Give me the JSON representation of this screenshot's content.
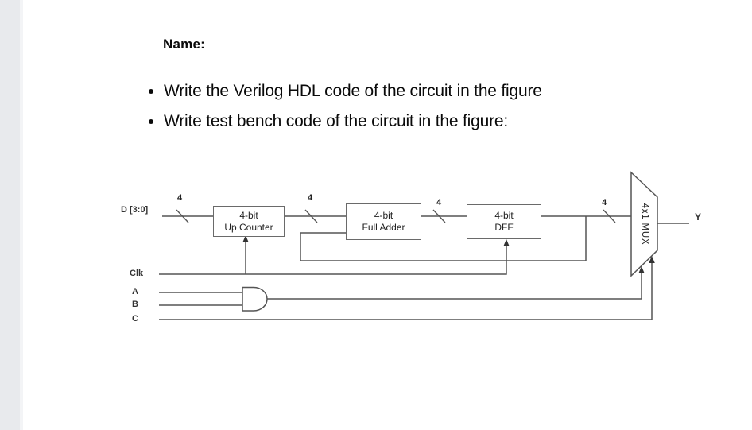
{
  "document": {
    "name_label": "Name:",
    "bullets": [
      "Write the Verilog HDL code of the circuit in the figure",
      "Write test bench code of the circuit in the figure:"
    ]
  },
  "diagram": {
    "labels": {
      "d_bus": "D [3:0]",
      "clk": "Clk",
      "a": "A",
      "b": "B",
      "c": "C",
      "y": "Y"
    },
    "bus_width": "4",
    "blocks": [
      {
        "id": "up-counter",
        "line1": "4-bit",
        "line2": "Up Counter"
      },
      {
        "id": "full-adder",
        "line1": "4-bit",
        "line2": "Full Adder"
      },
      {
        "id": "dff",
        "line1": "4-bit",
        "line2": "DFF"
      }
    ],
    "mux_label": "4x1 MUX",
    "colors": {
      "wire": "#555555",
      "box_border": "#6a6a6a",
      "page_margin": "#e8eaed",
      "text": "#0a0a0a"
    }
  }
}
